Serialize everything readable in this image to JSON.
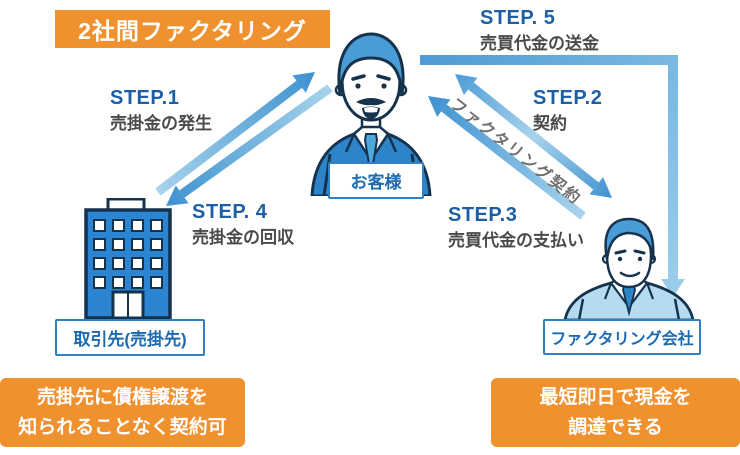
{
  "title": "2社間ファクタリング",
  "steps": [
    {
      "label": "STEP.1",
      "desc": "売掛金の発生"
    },
    {
      "label": "STEP.2",
      "desc": "契約"
    },
    {
      "label": "STEP.3",
      "desc": "売買代金の支払い"
    },
    {
      "label": "STEP. 4",
      "desc": "売掛金の回収"
    },
    {
      "label": "STEP. 5",
      "desc": "売買代金の送金"
    }
  ],
  "contract_label": "ファクタリング契約",
  "entities": {
    "customer": "お客様",
    "client": "取引先(売掛先)",
    "factoring_company": "ファクタリング会社"
  },
  "notes": {
    "left": "売掛先に債権譲渡を\n知られることなく契約可",
    "right": "最短即日で現金を\n調達できる"
  },
  "colors": {
    "accent_orange": "#F0912F",
    "step_label_blue": "#1E5FA4",
    "desc_gray": "#4A4A4A",
    "arrow_light_blue": "#A8D3EC",
    "arrow_dark_blue": "#3E92D0",
    "label_border_blue": "#3080C8",
    "label_text_blue": "#1C6AB0",
    "suit_blue": "#2E84C8",
    "suit_light_blue": "#B5DBF2",
    "building_blue": "#2C85D2",
    "outline_navy": "#16334E"
  }
}
